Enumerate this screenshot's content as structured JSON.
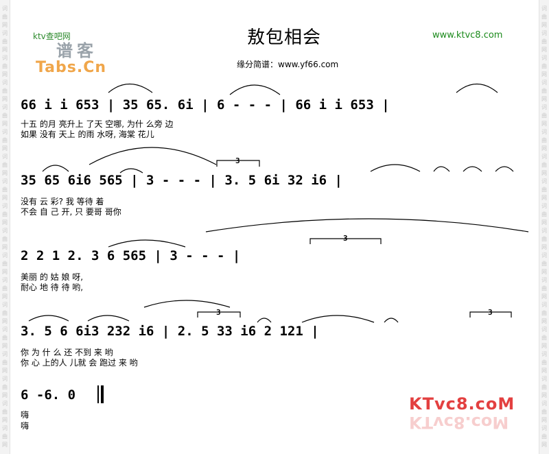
{
  "header": {
    "title": "敖包相会",
    "subtitle": "缘分简谱：www.yf66.com",
    "site_left": "ktv查吧网",
    "site_right": "www.ktvc8.com",
    "logo_pu": "谱客",
    "logo_tabs": "Tabs.Cn"
  },
  "side_text": [
    "词",
    "曲",
    "网"
  ],
  "score": {
    "row1": {
      "notes": "66 i i 653 | 35 65. 6i | 6 - - - | 66 i i 653 |",
      "lyric1": "十五 的月 亮升上 了天 空哪, 为什 么旁 边",
      "lyric2": "如果 没有 天上 的雨 水呀, 海棠 花儿"
    },
    "row2": {
      "notes": "35 65 6i6 565 | 3 - - - | 3. 5 6i 32 i6 |",
      "lyric1": "没有 云 彩? 我 等待 着",
      "lyric2": "不会 自 己 开, 只 要哥 哥你"
    },
    "row3": {
      "notes": "2 2 1 2. 3 6 565 | 3 - - - |",
      "lyric1": "美丽 的 姑 娘 呀,",
      "lyric2": "耐心 地 待 待 哟,"
    },
    "row4": {
      "notes": "3. 5 6 6i3 232 i6 | 2. 5 33 i6 2 121 |",
      "lyric1": "你 为 什 么 还 不到 来 哟",
      "lyric2": "你 心 上的人 儿就 会 跑过 来 哟"
    },
    "row5": {
      "notes": "6 -6. 0",
      "lyric1": "嗨",
      "lyric2": "嗨"
    }
  },
  "logo_bottom": "KTvc8.coM"
}
